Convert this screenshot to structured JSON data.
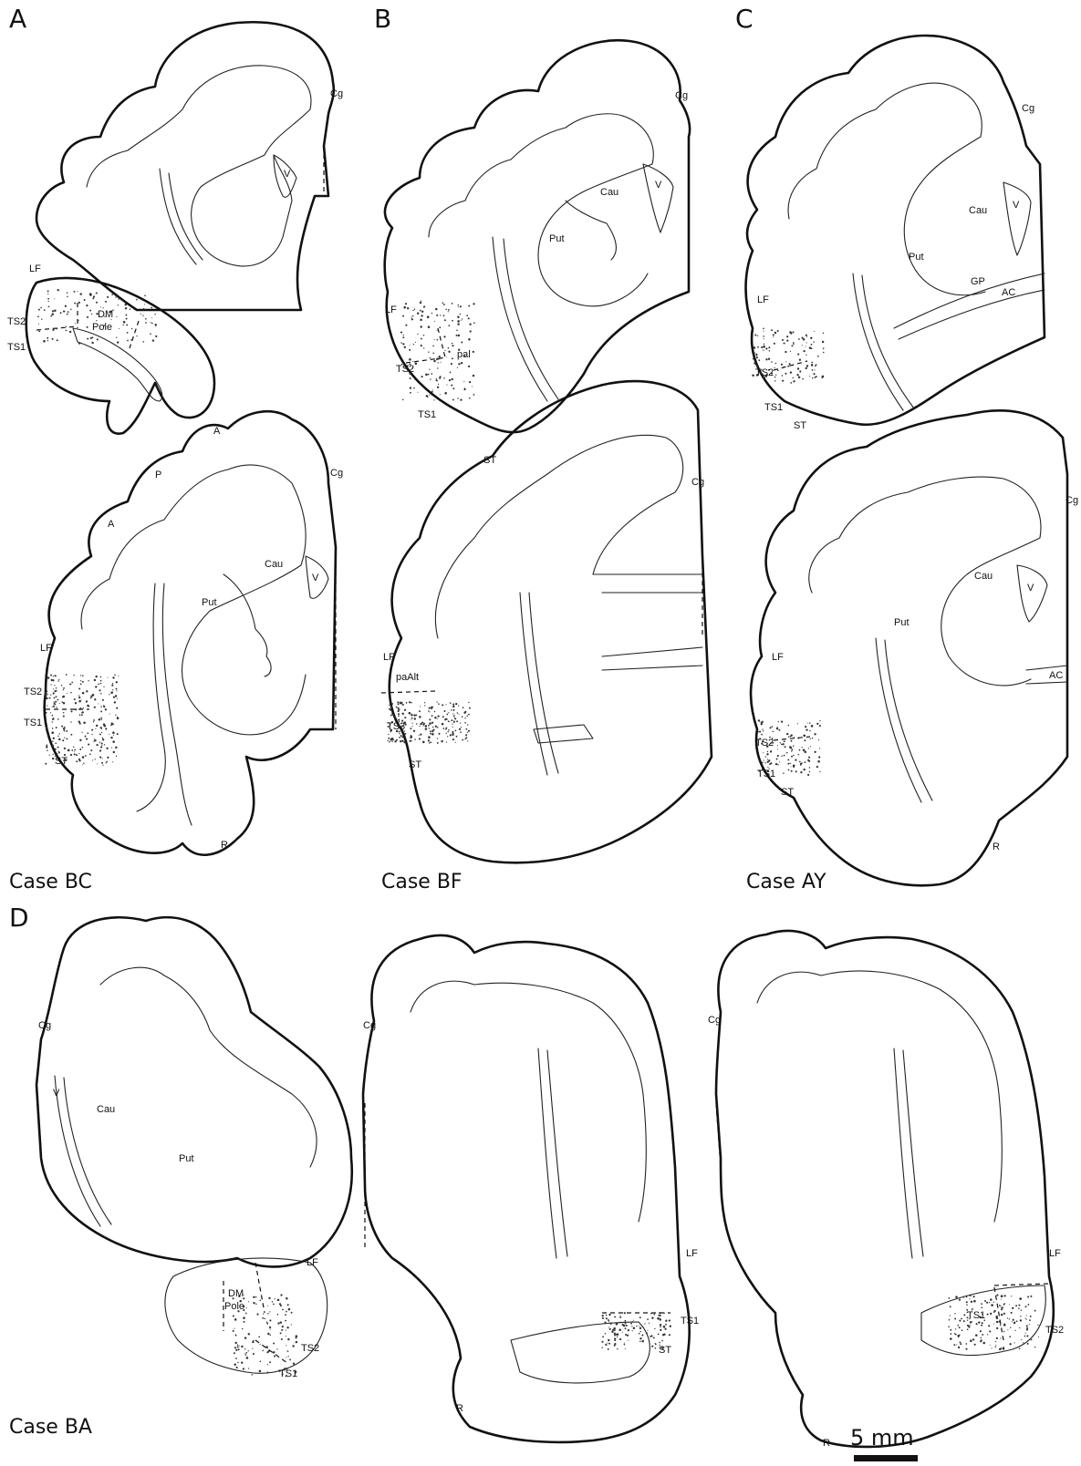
{
  "panels": {
    "A": {
      "letter": "A",
      "case": "Case BC"
    },
    "B": {
      "letter": "B",
      "case": "Case BF"
    },
    "C": {
      "letter": "C",
      "case": "Case AY"
    },
    "D": {
      "letter": "D",
      "case": "Case BA"
    }
  },
  "labels": {
    "cg": "Cg",
    "v": "V",
    "cau": "Cau",
    "put": "Put",
    "lf": "LF",
    "ts1": "TS1",
    "ts2": "TS2",
    "ts3": "TS3",
    "st": "ST",
    "r": "R",
    "a": "A",
    "p": "P",
    "dm": "DM",
    "pole": "Pole",
    "pal": "pal",
    "paalt": "paAlt",
    "gp": "GP",
    "ac": "AC"
  },
  "scale_bar": {
    "label": "5 mm"
  }
}
